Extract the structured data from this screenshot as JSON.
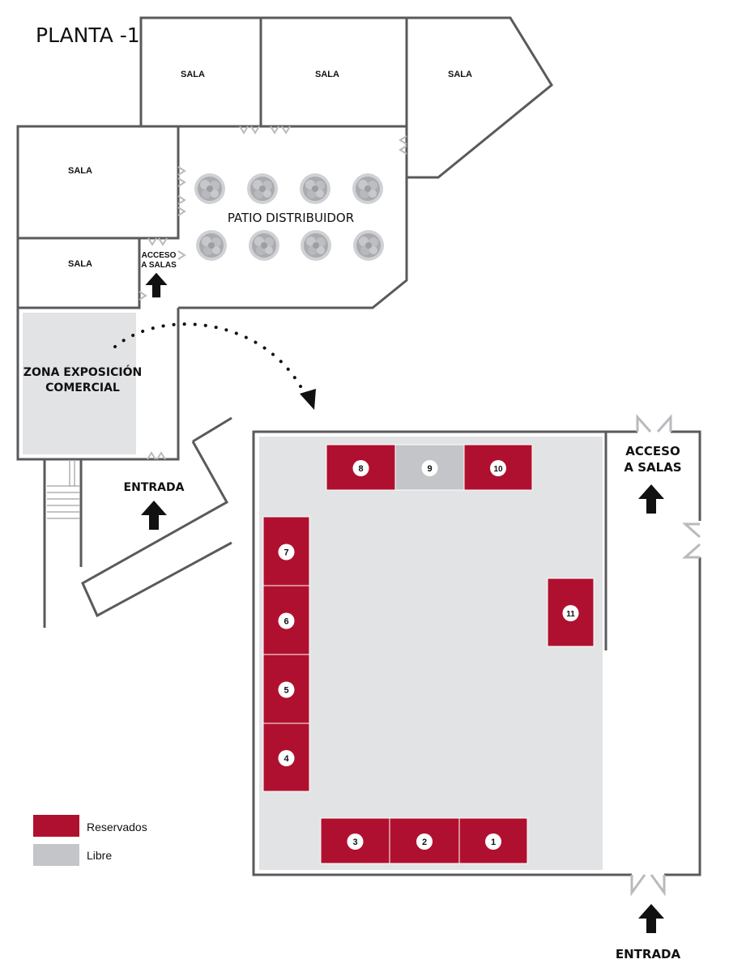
{
  "title": "PLANTA -1",
  "overview": {
    "rooms": [
      {
        "label": "SALA"
      },
      {
        "label": "SALA"
      },
      {
        "label": "SALA"
      },
      {
        "label": "SALA"
      },
      {
        "label": "SALA"
      }
    ],
    "patio_label": "PATIO DISTRIBUIDOR",
    "acceso_lines": [
      "ACCESO",
      "A SALAS"
    ],
    "expo_lines": [
      "ZONA EXPOSICIÓN",
      "COMERCIAL"
    ],
    "entrada_label": "ENTRADA"
  },
  "detail": {
    "acceso_lines": [
      "ACCESO",
      "A SALAS"
    ],
    "entrada_label": "ENTRADA"
  },
  "stands": [
    {
      "number": "1",
      "status": "reservado"
    },
    {
      "number": "2",
      "status": "reservado"
    },
    {
      "number": "3",
      "status": "reservado"
    },
    {
      "number": "4",
      "status": "reservado"
    },
    {
      "number": "5",
      "status": "reservado"
    },
    {
      "number": "6",
      "status": "reservado"
    },
    {
      "number": "7",
      "status": "reservado"
    },
    {
      "number": "8",
      "status": "reservado"
    },
    {
      "number": "9",
      "status": "libre"
    },
    {
      "number": "10",
      "status": "reservado"
    },
    {
      "number": "11",
      "status": "reservado"
    }
  ],
  "legend": [
    {
      "label": "Reservados",
      "status": "reservado"
    },
    {
      "label": "Libre",
      "status": "libre"
    }
  ],
  "colors": {
    "reservado": "#b0102f",
    "libre": "#c4c5c8",
    "wall": "#5a5a5c",
    "expo_fill": "#e2e3e5"
  },
  "icons": [
    "tree-icon",
    "arrow-up-icon",
    "door-icon"
  ]
}
